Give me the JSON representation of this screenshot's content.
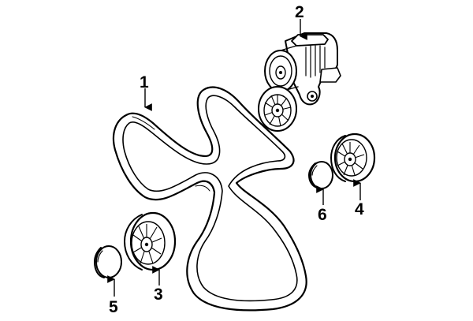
{
  "callouts": [
    {
      "id": "1",
      "label": "1",
      "part": "serpentine-belt"
    },
    {
      "id": "2",
      "label": "2",
      "part": "belt-tensioner"
    },
    {
      "id": "3",
      "label": "3",
      "part": "idler-pulley-lower"
    },
    {
      "id": "4",
      "label": "4",
      "part": "idler-pulley-right"
    },
    {
      "id": "5",
      "label": "5",
      "part": "dust-cap-lower"
    },
    {
      "id": "6",
      "label": "6",
      "part": "dust-cap-right"
    }
  ],
  "colors": {
    "line": "#000000",
    "background": "#ffffff"
  }
}
